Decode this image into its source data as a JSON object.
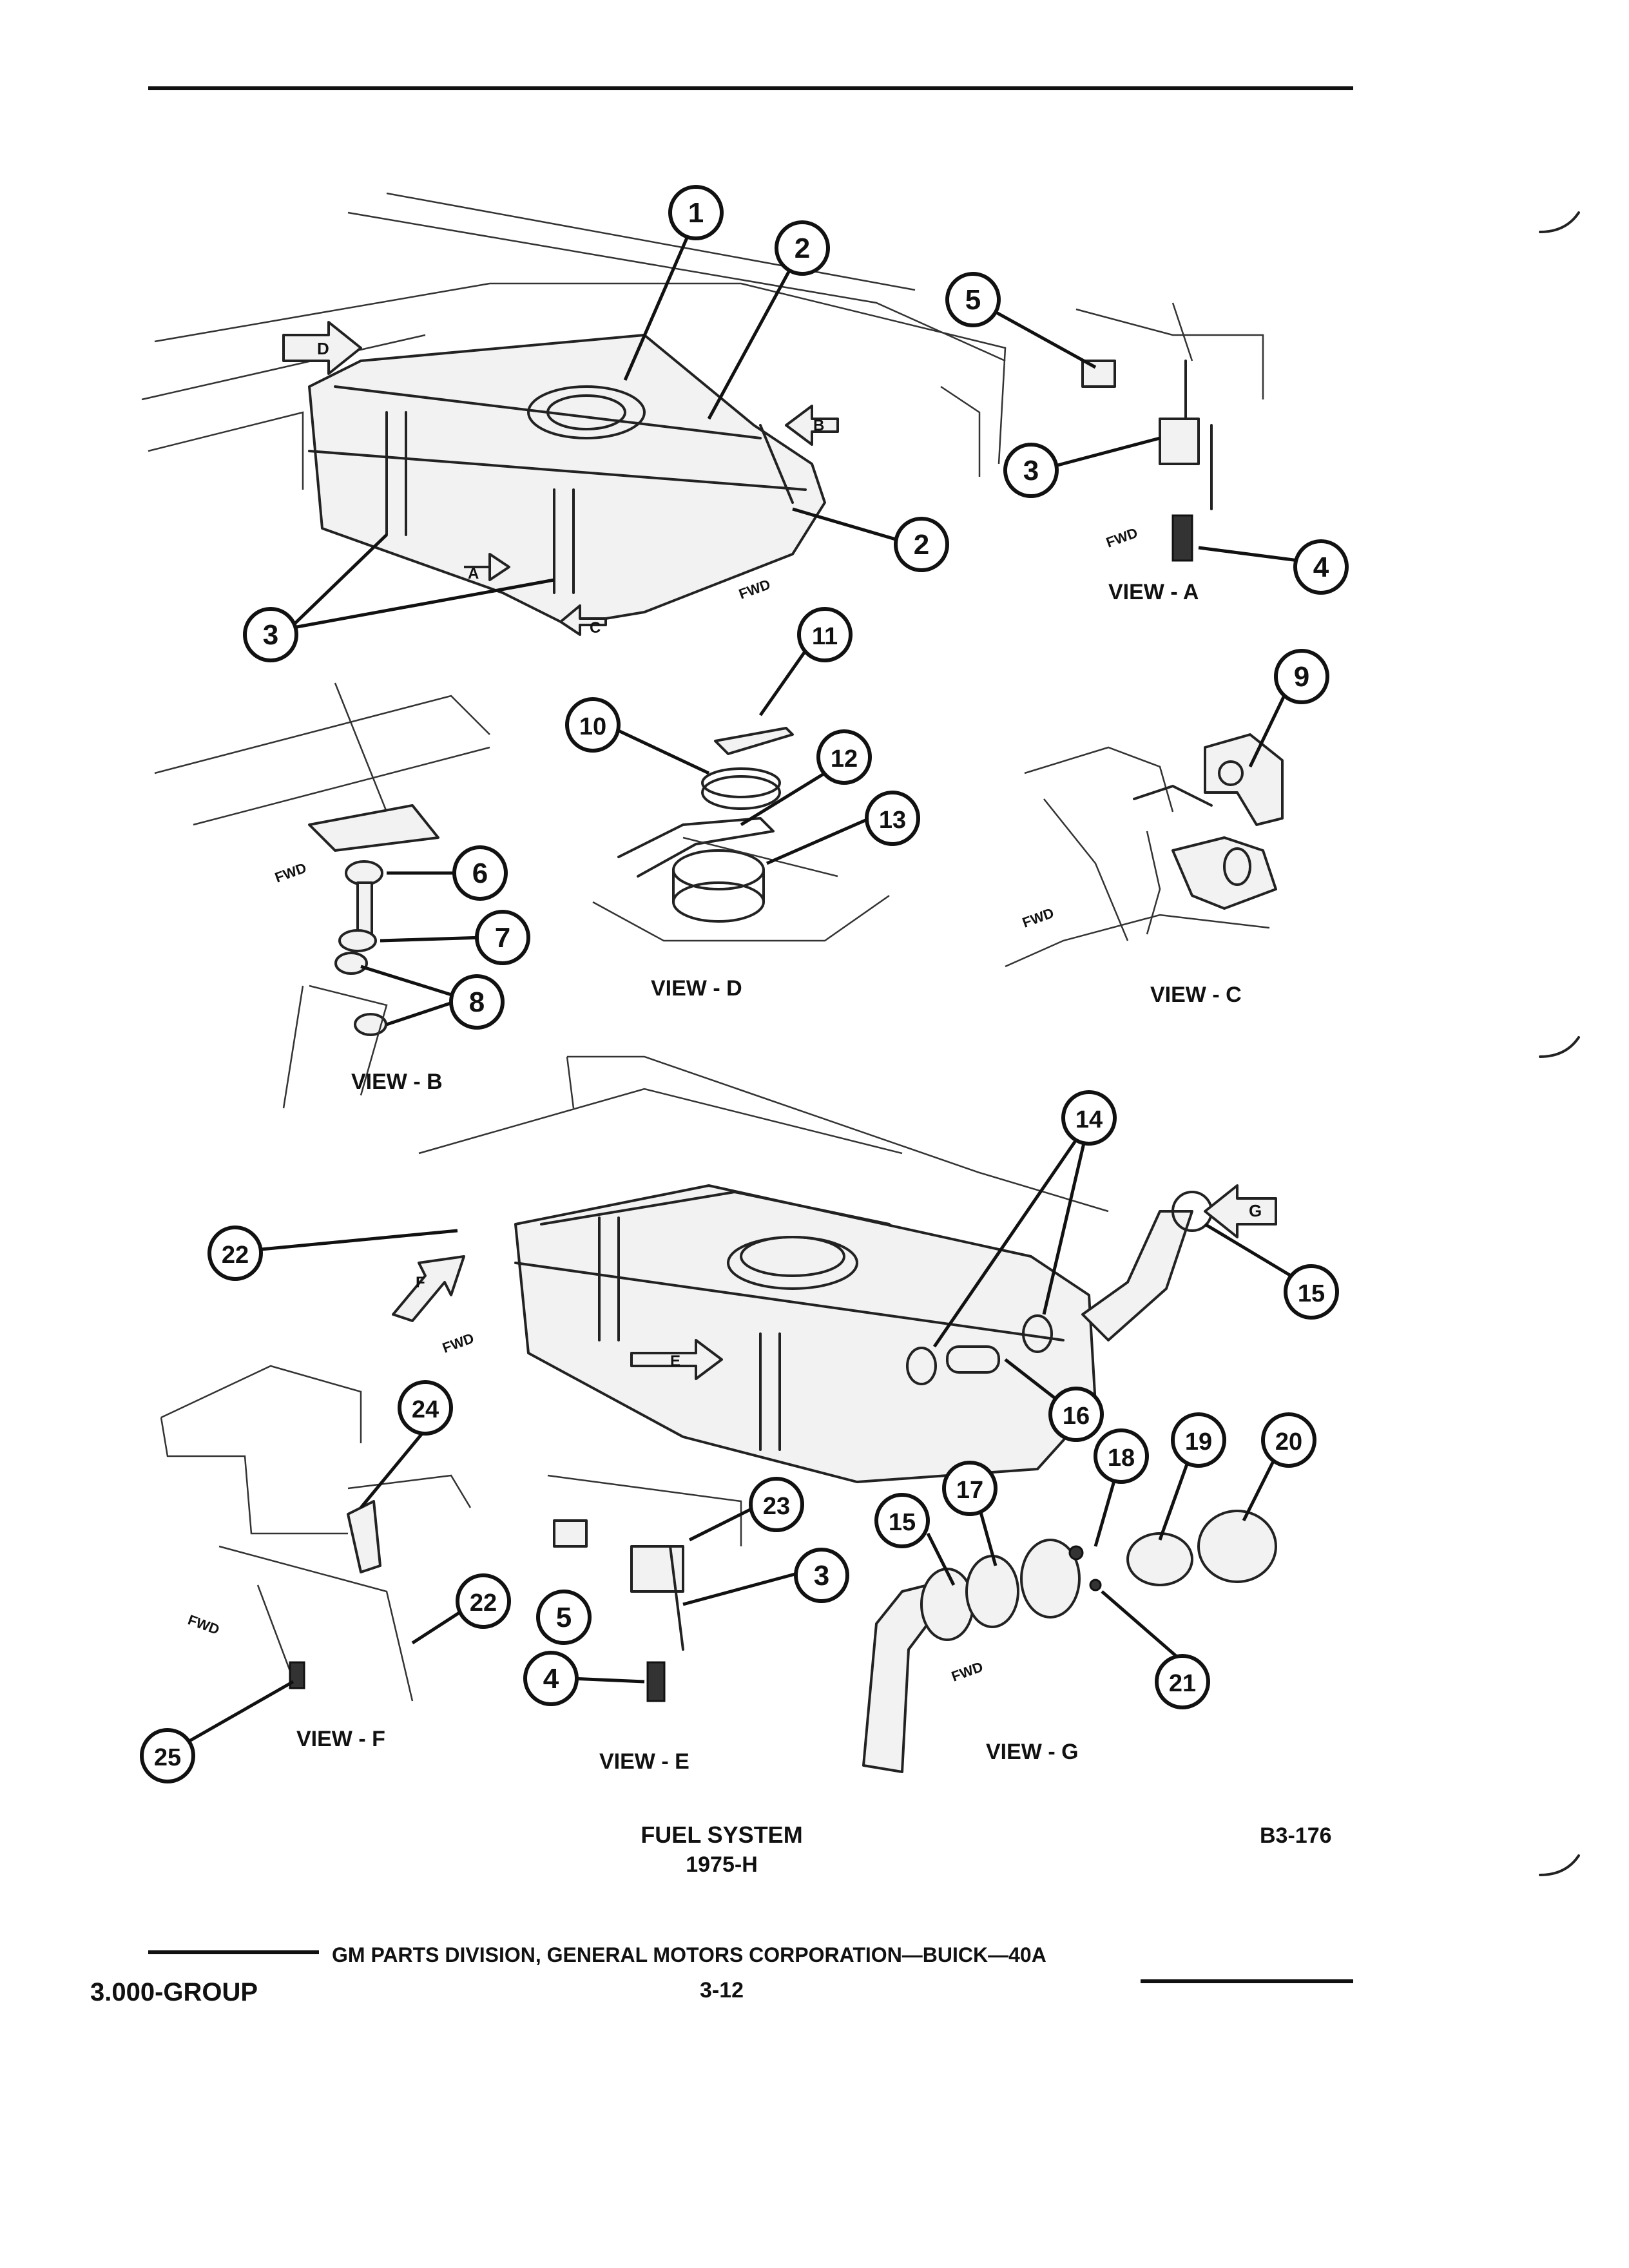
{
  "diagram": {
    "caption_title": "FUEL SYSTEM",
    "caption_year": "1975-H",
    "figure_code": "B3-176",
    "view_labels": {
      "a": "VIEW - A",
      "b": "VIEW - B",
      "c": "VIEW - C",
      "d": "VIEW - D",
      "e": "VIEW - E",
      "f": "VIEW - F",
      "g": "VIEW - G"
    },
    "arrow_letters": [
      "D",
      "B",
      "A",
      "C",
      "G",
      "F",
      "E"
    ],
    "fwd_label": "FWD",
    "callout_numbers": [
      "1",
      "2",
      "3",
      "4",
      "5",
      "6",
      "7",
      "8",
      "9",
      "10",
      "11",
      "12",
      "13",
      "14",
      "15",
      "16",
      "17",
      "18",
      "19",
      "20",
      "21",
      "22",
      "23",
      "24",
      "25"
    ]
  },
  "footer": {
    "group": "3.000-GROUP",
    "publisher": "GM PARTS DIVISION, GENERAL MOTORS CORPORATION—BUICK—40A",
    "page": "3-12"
  },
  "colors": {
    "ink": "#111111",
    "paper": "#ffffff"
  }
}
